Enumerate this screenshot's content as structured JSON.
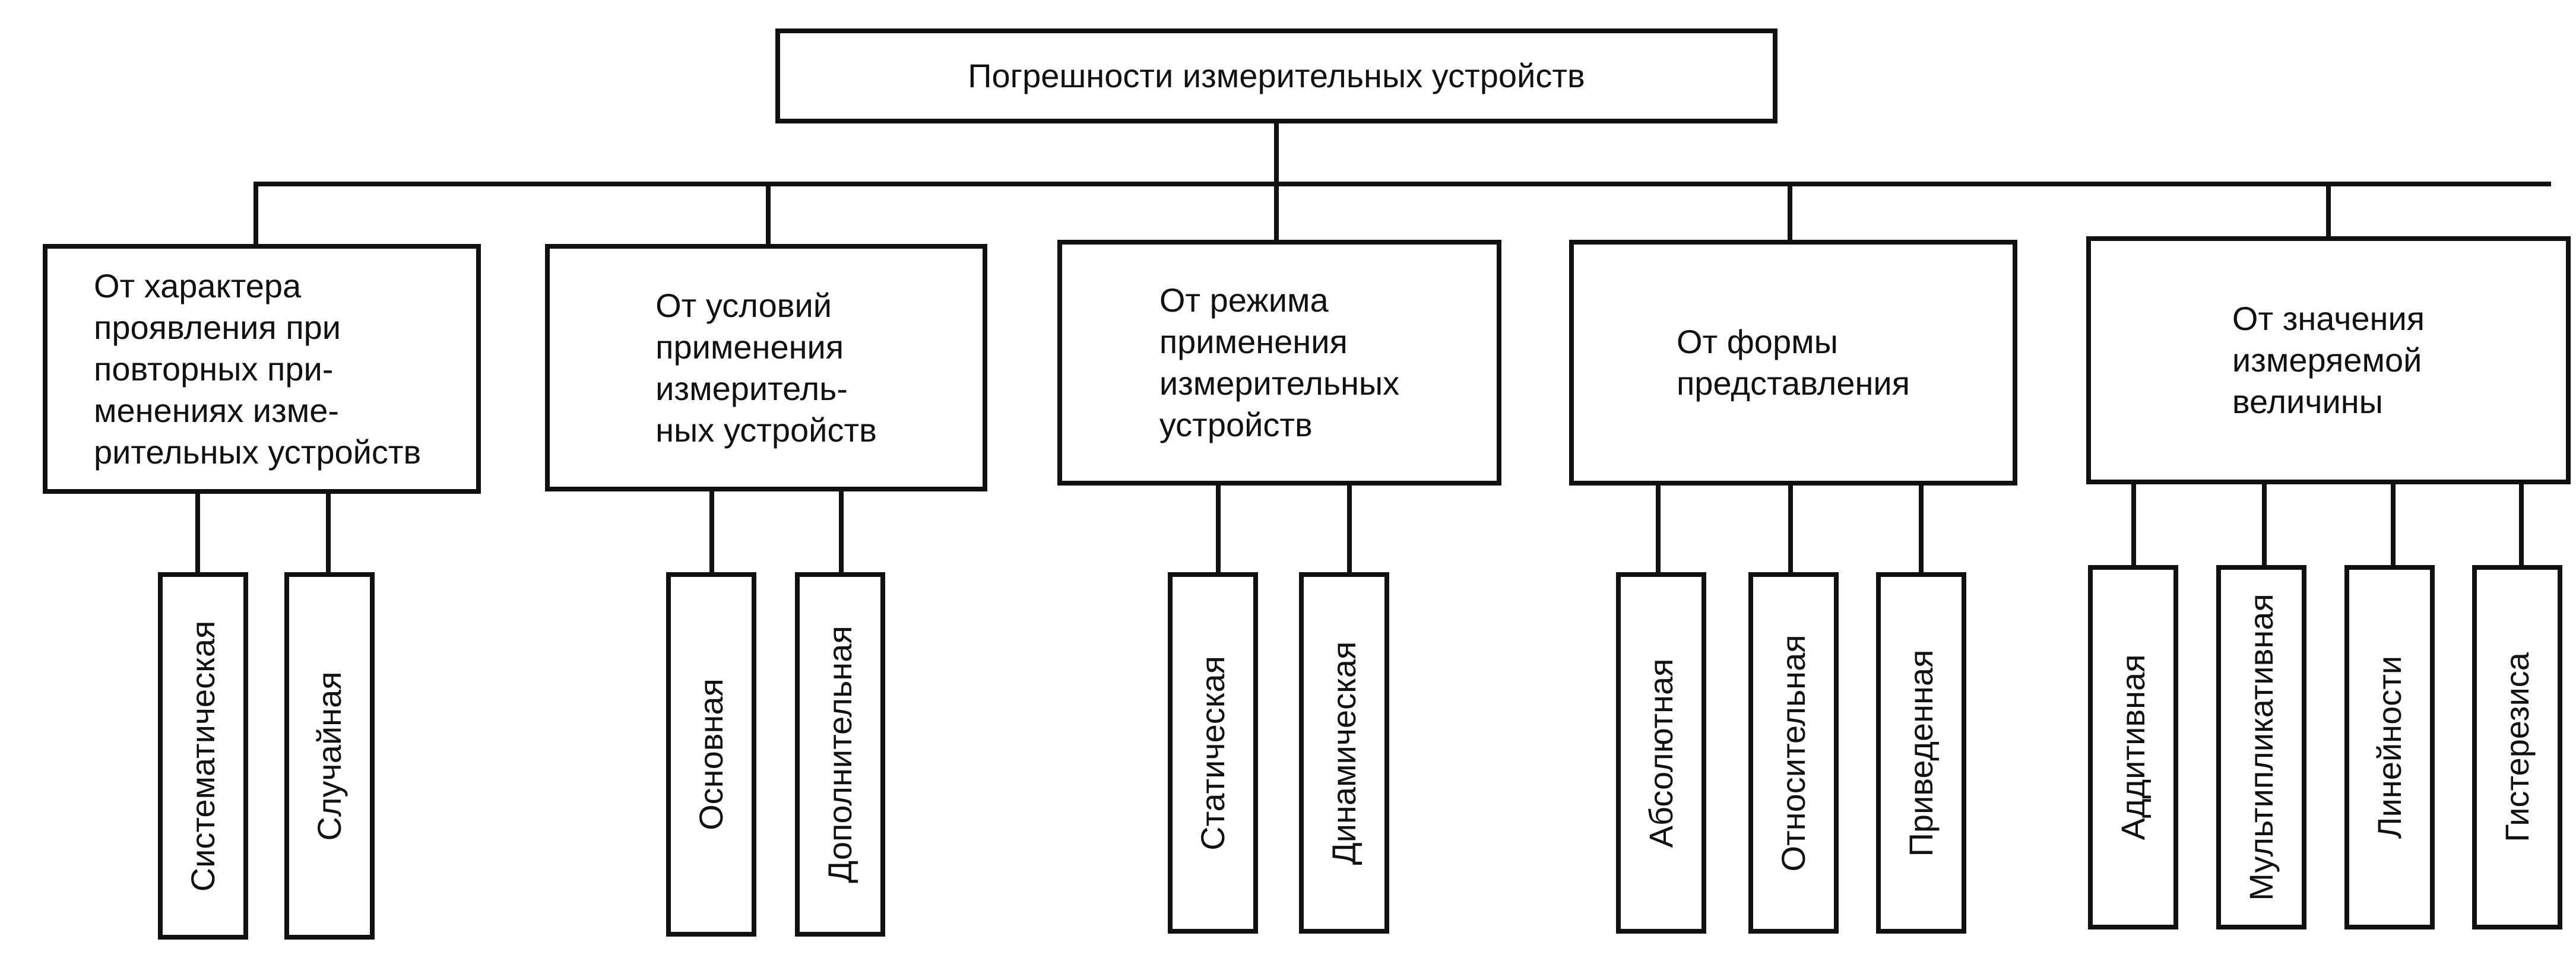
{
  "root": {
    "label": "Погрешности измерительных устройств"
  },
  "categories": [
    {
      "label": "От характера\nпроявления при\nповторных при-\nменениях изме-\nрительных устройств",
      "children": [
        "Систематическая",
        "Случайная"
      ]
    },
    {
      "label": "От условий\nприменения\nизмеритель-\nных устройств",
      "children": [
        "Основная",
        "Дополнительная"
      ]
    },
    {
      "label": "От режима\nприменения\nизмерительных\nустройств",
      "children": [
        "Статическая",
        "Динамическая"
      ]
    },
    {
      "label": "От формы\nпредставления",
      "children": [
        "Абсолютная",
        "Относительная",
        "Приведенная"
      ]
    },
    {
      "label": "От значения\nизмеряемой\nвеличины",
      "children": [
        "Аддитивная",
        "Мультипликативная",
        "Линейности",
        "Гистерезиса"
      ]
    }
  ]
}
